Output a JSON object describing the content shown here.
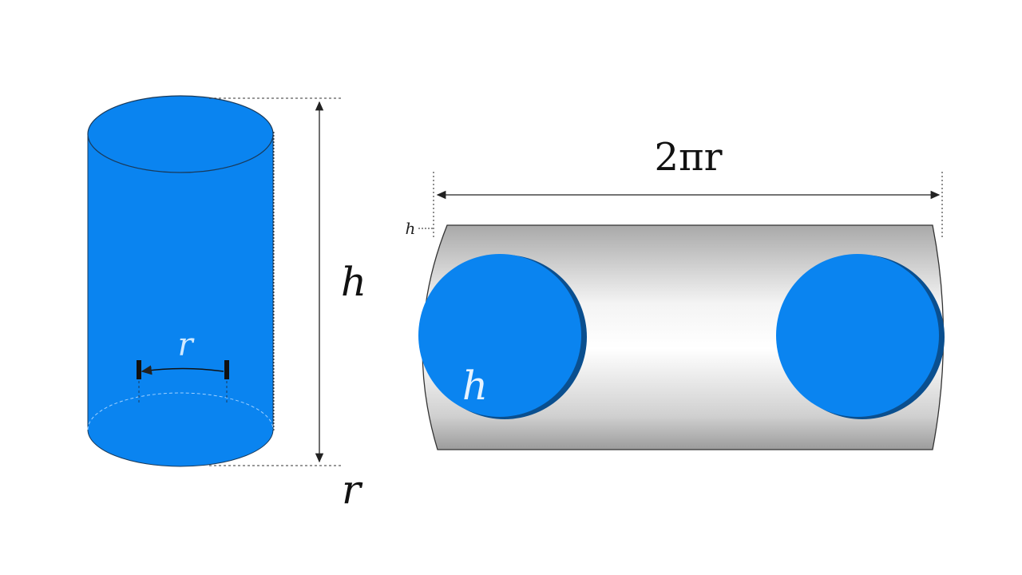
{
  "colors": {
    "cylinder_blue": "#0a84f0",
    "disc_shadow": "#0a4f8f",
    "tube_gray": "#bdbdbd",
    "line": "#222222"
  },
  "labels": {
    "height": "h",
    "radius_below": "r",
    "radius_on_cylinder": "r",
    "circumference": "2πr",
    "disc_height": "h",
    "small_mark": "h"
  }
}
